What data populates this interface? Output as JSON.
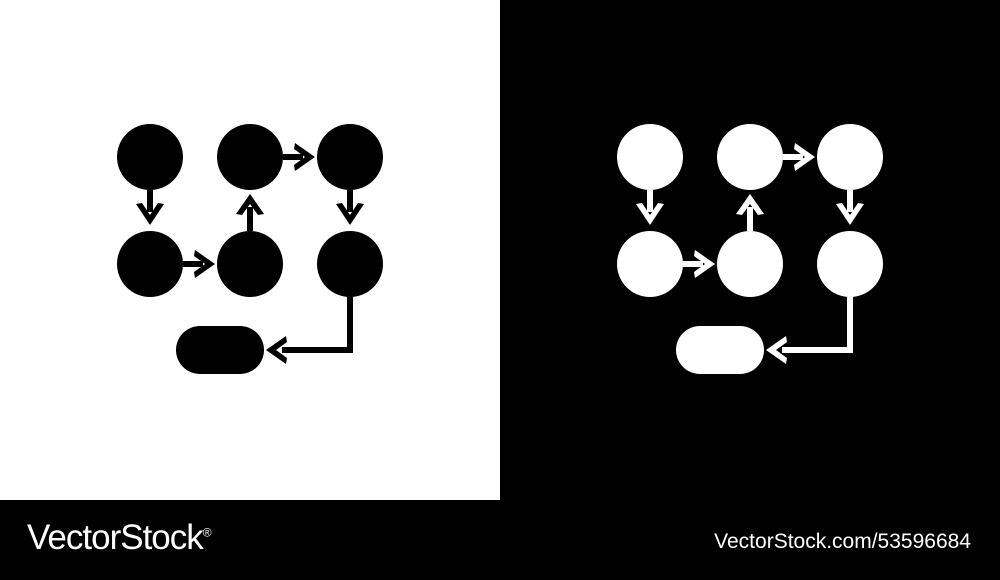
{
  "panels": [
    {
      "name": "light-version",
      "background": "#ffffff",
      "foreground": "#000000"
    },
    {
      "name": "dark-version",
      "background": "#000000",
      "foreground": "#ffffff"
    }
  ],
  "icon": "process-flow-diagram-icon",
  "footer": {
    "brand": "VectorStock",
    "brand_suffix": "®",
    "image_id": "VectorStock.com/53596684"
  }
}
